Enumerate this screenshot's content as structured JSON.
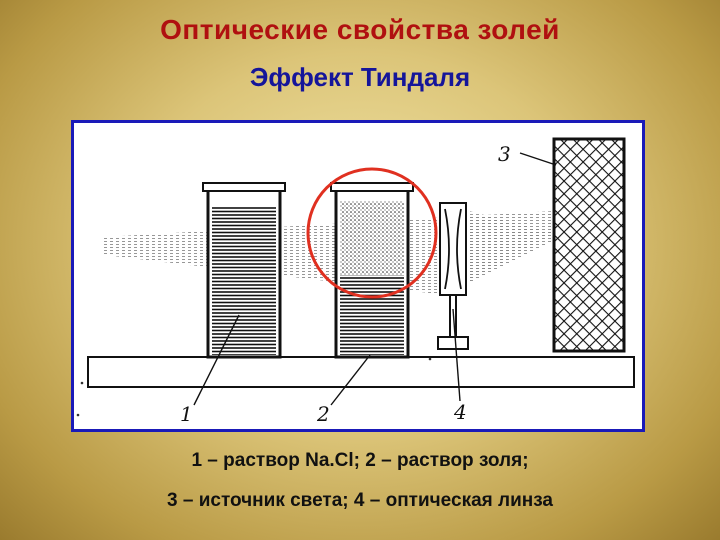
{
  "slide": {
    "title": "Оптические свойства золей",
    "subtitle": "Эффект Тиндаля"
  },
  "figure": {
    "labels": {
      "label_1": "1",
      "label_2": "2",
      "label_3": "3",
      "label_4": "4"
    },
    "highlight_color": "#e03020",
    "frame_color": "#1a1ab8"
  },
  "captions": {
    "line1": "1 – раствор Na.Cl;  2 – раствор золя;",
    "line2": "3 – источник света; 4 – оптическая линза"
  }
}
